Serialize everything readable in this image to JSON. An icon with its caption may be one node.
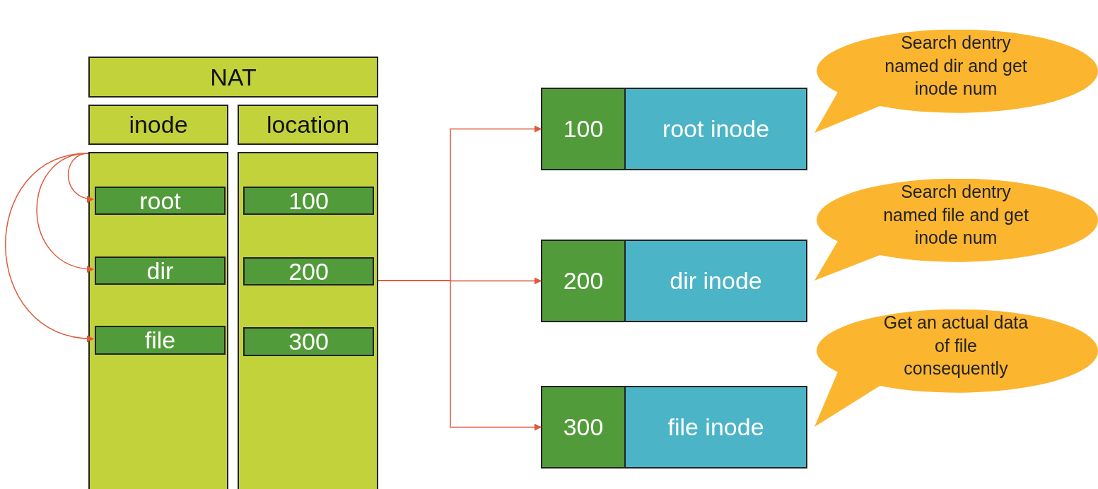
{
  "diagram": {
    "nodes": [
      {
        "text": [
          "NAT"
        ]
      },
      {
        "text": [
          "inode"
        ]
      },
      {
        "text": [
          "location"
        ]
      },
      {
        "text": [],
        "shape": "box"
      },
      {
        "text": [
          "root"
        ],
        "in": 3
      },
      {
        "text": [
          "dir"
        ],
        "in": 3
      },
      {
        "text": [
          "file"
        ],
        "in": 3
      },
      {
        "text": [],
        "shape": "box"
      },
      {
        "text": [
          "100"
        ],
        "in": 7
      },
      {
        "text": [
          "200"
        ],
        "in": 7
      },
      {
        "text": [
          "300"
        ],
        "in": 7
      },
      {
        "text": [
          "100",
          "root inode"
        ]
      },
      {
        "text": [
          "200",
          "dir inode"
        ]
      },
      {
        "text": [
          "300",
          "file inode"
        ]
      },
      {
        "text": [
          "Search dentry named dir and get inode num"
        ]
      },
      {
        "text": [
          "Search dentry named file and get inode num"
        ]
      },
      {
        "text": [
          "Get an actual data of file consequently"
        ]
      }
    ],
    "edges": [
      {
        "from": 3,
        "to": 4,
        "arrow": "to"
      },
      {
        "from": 3,
        "to": 5,
        "arrow": "to"
      },
      {
        "from": 3,
        "to": 6,
        "arrow": "to"
      },
      {
        "from": 7,
        "to": 11,
        "arrow": "to"
      },
      {
        "from": 7,
        "to": 12,
        "arrow": "to"
      },
      {
        "from": 7,
        "to": 13,
        "arrow": "to"
      }
    ]
  }
}
